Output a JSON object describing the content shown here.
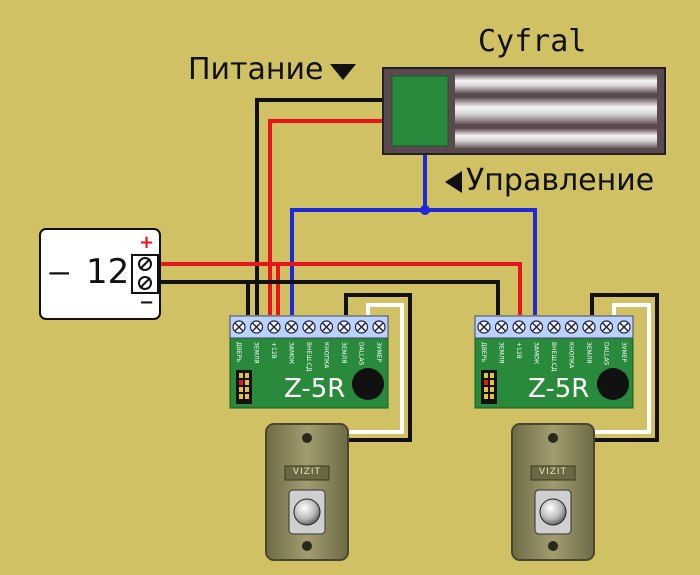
{
  "lock": {
    "title": "Cyfral"
  },
  "labels": {
    "power": "Питание",
    "control": "Управление"
  },
  "power_supply": {
    "voltage": "12",
    "dc_symbol": "---",
    "plus": "+",
    "minus": "−"
  },
  "controllers": [
    {
      "name": "Z-5R",
      "terminals": [
        "ДВЕРЬ",
        "ЗЕМЛЯ",
        "+12В",
        "ЗАМОК",
        "ВНЕШ.СД",
        "КНОПКА",
        "ЗЕМЛЯ",
        "DALLAS",
        "ЗУМЕР"
      ]
    },
    {
      "name": "Z-5R",
      "terminals": [
        "ДВЕРЬ",
        "ЗЕМЛЯ",
        "+12В",
        "ЗАМОК",
        "ВНЕШ.СД",
        "КНОПКА",
        "ЗЕМЛЯ",
        "DALLAS",
        "ЗУМЕР"
      ]
    }
  ],
  "readers": [
    {
      "brand": "VIZIT"
    },
    {
      "brand": "VIZIT"
    }
  ],
  "colors": {
    "background": "#cfc164",
    "board": "#2a8a3c",
    "wire_red": "#e8141b",
    "wire_blue": "#1c2ad8",
    "wire_black": "#111111",
    "wire_white": "#ffffff",
    "reader_body": "#8a8558"
  }
}
